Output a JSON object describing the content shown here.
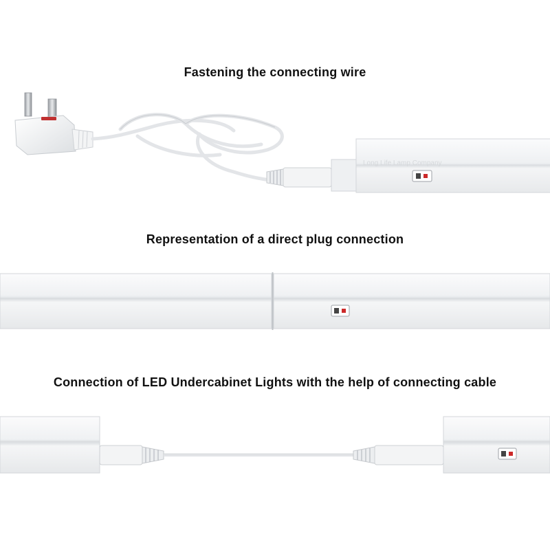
{
  "captions": {
    "fastening": "Fastening the connecting wire",
    "direct_plug": "Representation of a direct plug connection",
    "cable_connection": "Connection of LED Undercabinet Lights with the help of connecting cable"
  },
  "watermark": "Long Life Lamp Company",
  "colors": {
    "fixture_body": "#f2f3f4",
    "fixture_edge": "#d9dcdf",
    "cable": "#e6e8ea",
    "switch_red": "#cc2a2a"
  }
}
